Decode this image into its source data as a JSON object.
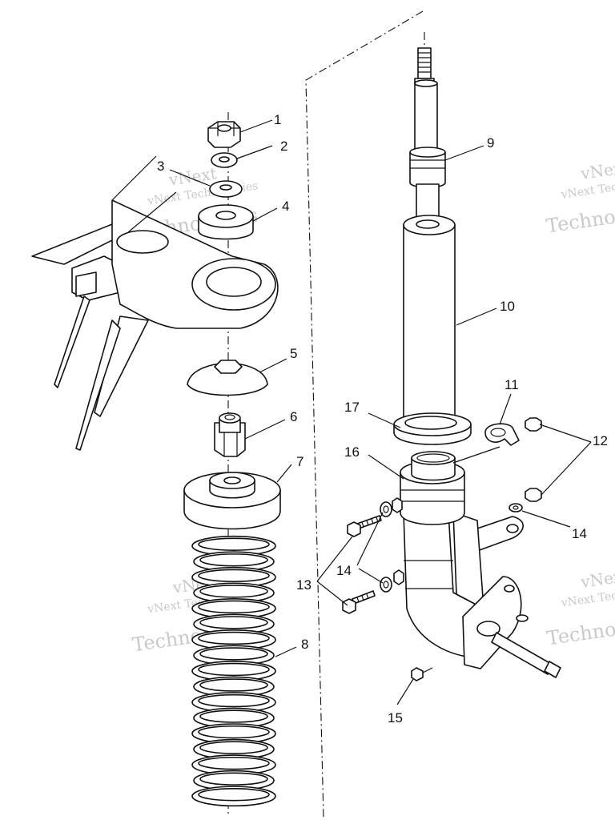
{
  "diagram": {
    "labels": [
      "1",
      "2",
      "3",
      "4",
      "5",
      "6",
      "7",
      "8",
      "9",
      "10",
      "11",
      "12",
      "13",
      "14",
      "14",
      "15",
      "16",
      "17"
    ],
    "watermarks": [
      {
        "top": "vNext",
        "line1": "vNext Technologies",
        "line2": "Technologies"
      },
      {
        "top": "vNext",
        "line1": "vNext Technologies",
        "line2": "Technologies"
      },
      {
        "top": "vNext",
        "line1": "vNext Technologies",
        "line2": "Technologies"
      },
      {
        "top": "vNext",
        "line1": "vNext Technologies",
        "line2": "Technologies"
      }
    ]
  },
  "colors": {
    "ink": "#111111",
    "background": "#ffffff",
    "watermark": "#c9c9c9"
  }
}
